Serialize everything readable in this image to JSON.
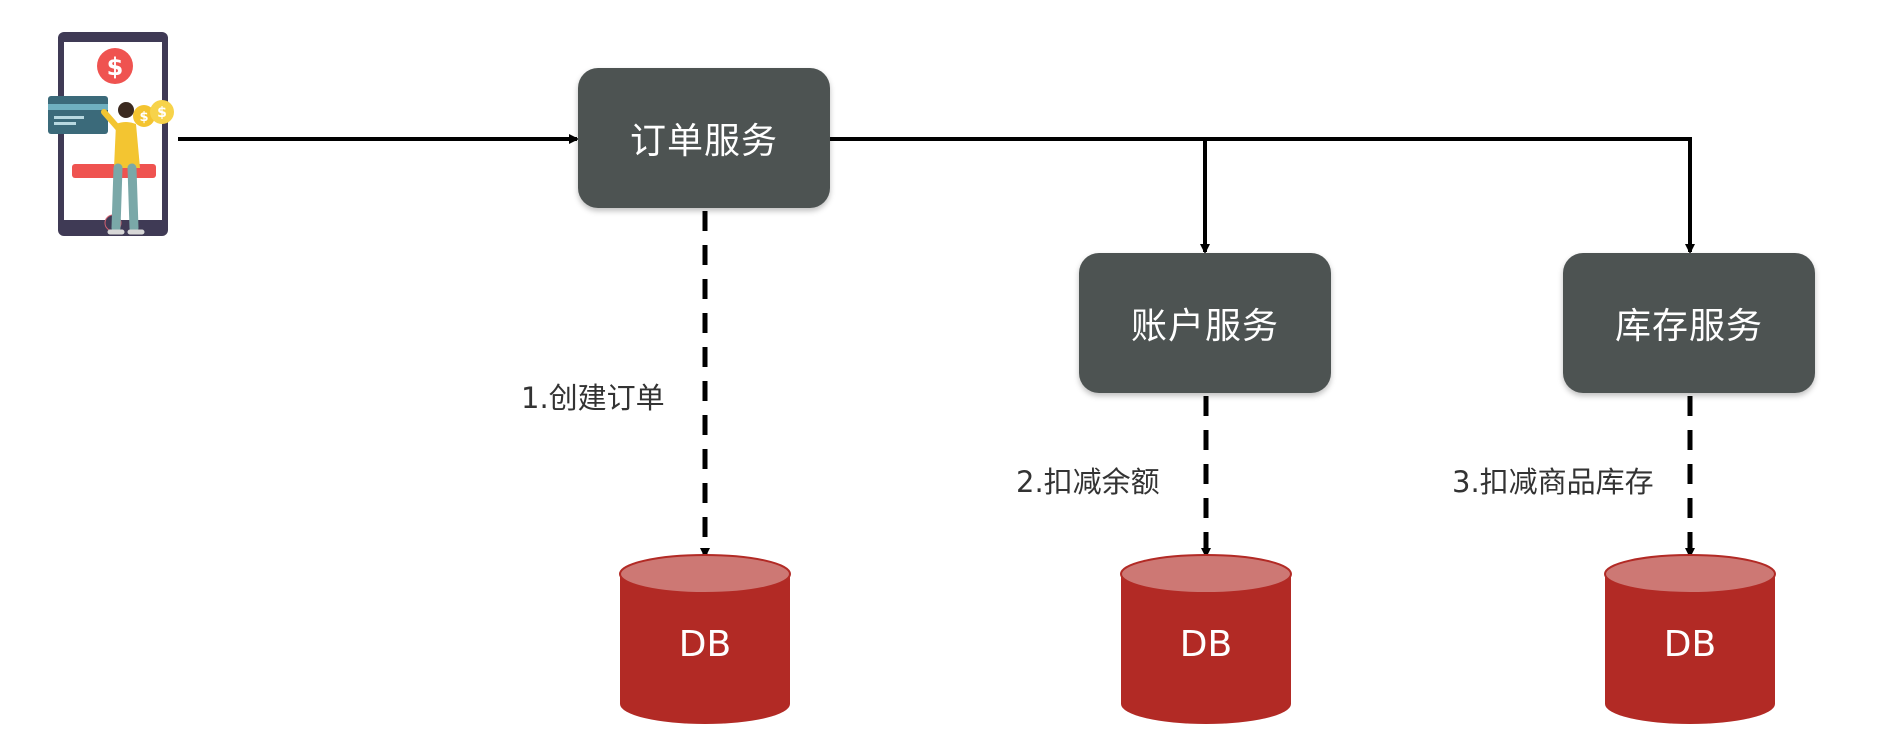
{
  "services": {
    "order": "订单服务",
    "account": "账户服务",
    "storage": "库存服务"
  },
  "steps": {
    "create_order": "1.创建订单",
    "deduct_balance": "2.扣减余额",
    "deduct_stock": "3.扣减商品库存"
  },
  "databases": {
    "order_db": "DB",
    "account_db": "DB",
    "storage_db": "DB"
  },
  "client": {
    "currency_symbol": "$"
  },
  "colors": {
    "service_box": "#4d5352",
    "db_body": "#b22a25",
    "db_top": "#cd7874",
    "arrow": "#000000"
  }
}
